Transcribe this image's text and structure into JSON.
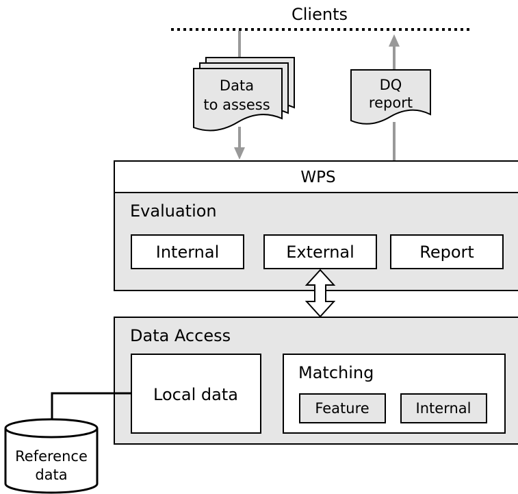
{
  "clients": {
    "label": "Clients"
  },
  "data_doc": {
    "line1": "Data",
    "line2": "to assess"
  },
  "dq_doc": {
    "line1": "DQ",
    "line2": "report"
  },
  "wps": {
    "label": "WPS"
  },
  "evaluation": {
    "title": "Evaluation",
    "boxes": [
      "Internal",
      "External",
      "Report"
    ]
  },
  "data_access": {
    "title": "Data Access",
    "local_data": "Local data",
    "matching": {
      "title": "Matching",
      "items": [
        "Feature",
        "Internal"
      ]
    }
  },
  "reference": {
    "line1": "Reference",
    "line2": "data"
  },
  "colors": {
    "panel_fill": "#e6e6e6",
    "line": "#000000",
    "arrow_gray": "#999999",
    "doc_fill": "#e6e6e6"
  }
}
